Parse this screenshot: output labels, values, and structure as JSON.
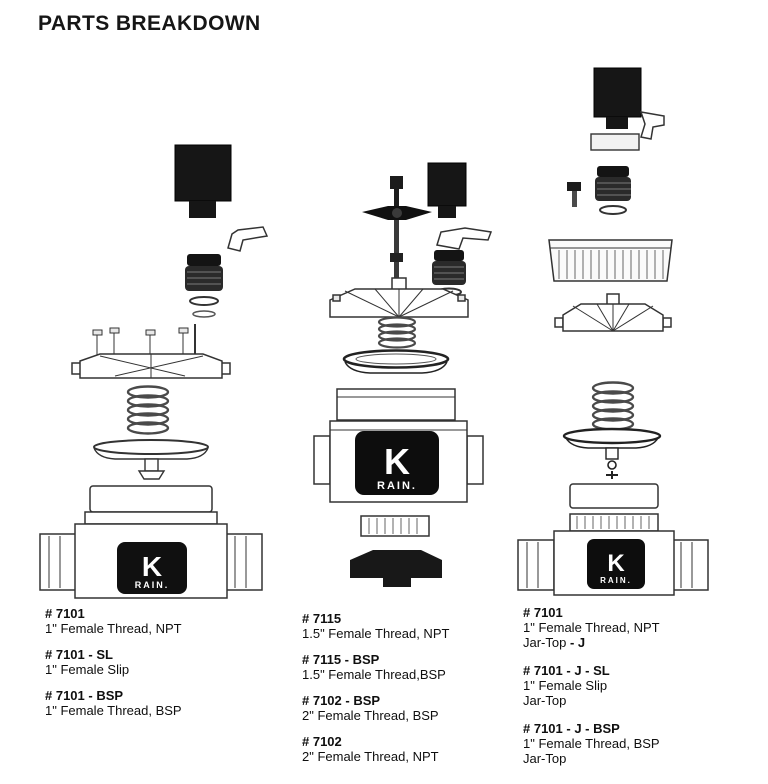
{
  "page": {
    "title": "PARTS BREAKDOWN"
  },
  "brand": {
    "k": "K",
    "rain": "RAIN."
  },
  "columns": [
    {
      "id": "valve-7101",
      "parts_list": [
        {
          "number": "# 7101",
          "desc": "1\" Female Thread, NPT"
        },
        {
          "number": "# 7101 - SL",
          "desc": "1\" Female Slip"
        },
        {
          "number": "# 7101 - BSP",
          "desc": "1\" Female Thread, BSP"
        }
      ]
    },
    {
      "id": "valve-7115-7102",
      "parts_list": [
        {
          "number": "# 7115",
          "desc": "1.5\" Female Thread, NPT"
        },
        {
          "number": "# 7115 - BSP",
          "desc": "1.5\" Female Thread,BSP"
        },
        {
          "number": "# 7102 - BSP",
          "desc": "2\" Female Thread, BSP"
        },
        {
          "number": "# 7102",
          "desc": "2\" Female Thread, NPT"
        }
      ]
    },
    {
      "id": "valve-7101-jartop",
      "parts_list": [
        {
          "number": "# 7101",
          "desc": "1\" Female Thread, NPT",
          "desc2": "Jar-Top",
          "desc2_bold": " - J"
        },
        {
          "number": "# 7101 - J - SL",
          "desc": "1\" Female Slip",
          "desc2": "Jar-Top"
        },
        {
          "number": "# 7101 - J - BSP",
          "desc": "1\" Female Thread, BSP",
          "desc2": "Jar-Top"
        }
      ]
    }
  ]
}
